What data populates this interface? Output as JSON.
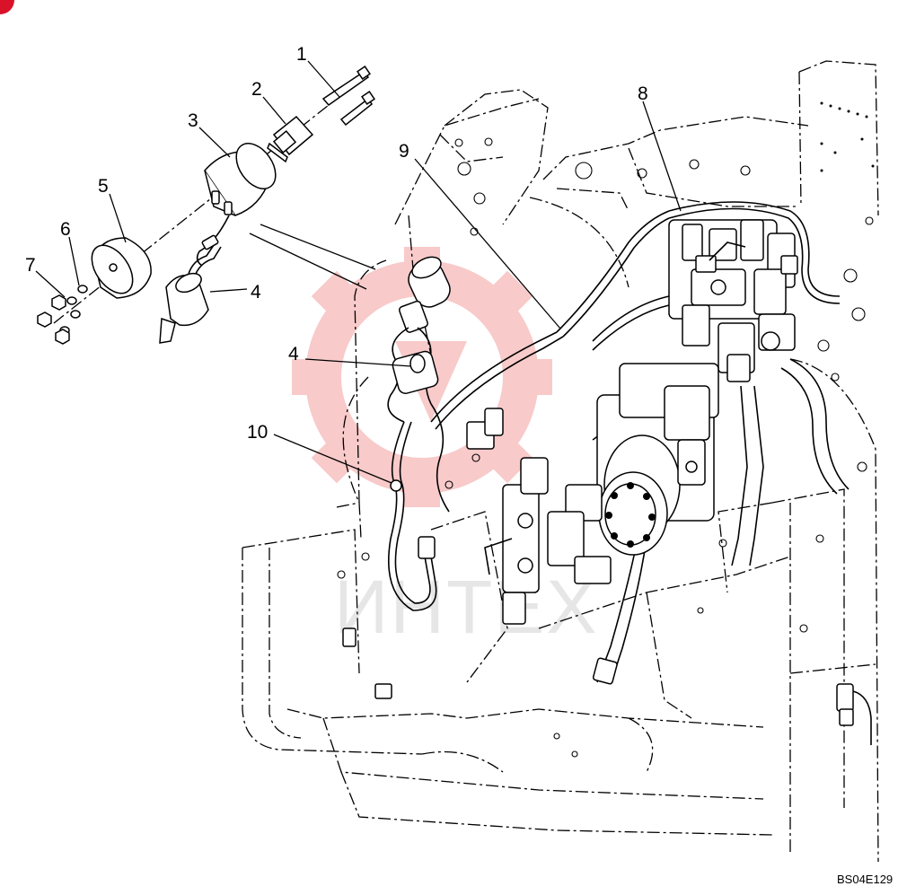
{
  "diagram": {
    "figure_code": "BS04E129",
    "watermark": "ИНТЕХ",
    "callouts": [
      {
        "id": "c1",
        "label": "1"
      },
      {
        "id": "c2",
        "label": "2"
      },
      {
        "id": "c3",
        "label": "3"
      },
      {
        "id": "c4a",
        "label": "4"
      },
      {
        "id": "c4b",
        "label": "4"
      },
      {
        "id": "c5",
        "label": "5"
      },
      {
        "id": "c6",
        "label": "6"
      },
      {
        "id": "c7",
        "label": "7"
      },
      {
        "id": "c8",
        "label": "8"
      },
      {
        "id": "c9",
        "label": "9"
      },
      {
        "id": "c10",
        "label": "10"
      }
    ]
  },
  "colors": {
    "line": "#000000",
    "background": "#ffffff",
    "watermark_red": "#f4a0a0",
    "watermark_gray": "#e6e6e6",
    "corner_badge": "#d9122a"
  }
}
